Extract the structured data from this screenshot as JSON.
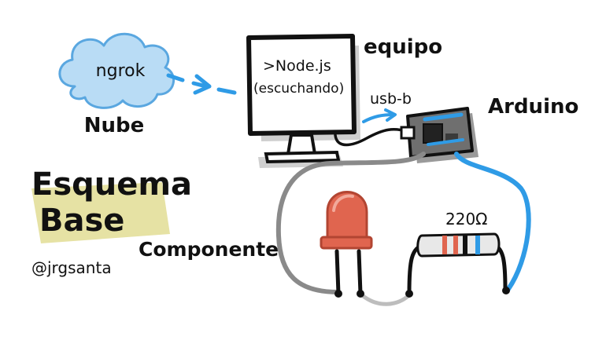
{
  "cloud": {
    "label": "ngrok",
    "caption": "Nube"
  },
  "computer": {
    "screen_line1": ">Node.js",
    "screen_line2": "(escuchando)",
    "caption": "equipo"
  },
  "usb": {
    "label": "usb-b"
  },
  "arduino": {
    "caption": "Arduino"
  },
  "title": {
    "line1": "Esquema",
    "line2": "Base"
  },
  "author": {
    "handle": "@jrgsanta"
  },
  "component": {
    "caption": "Componente"
  },
  "resistor": {
    "label": "220Ω"
  },
  "colors": {
    "cloud_fill": "#b9dcf5",
    "cloud_stroke": "#5aa7e0",
    "accent_blue": "#2f9be6",
    "led_red": "#e0654f",
    "highlight": "#e6e2a4",
    "wire_gray": "#8a8a8a",
    "ink": "#111111"
  }
}
